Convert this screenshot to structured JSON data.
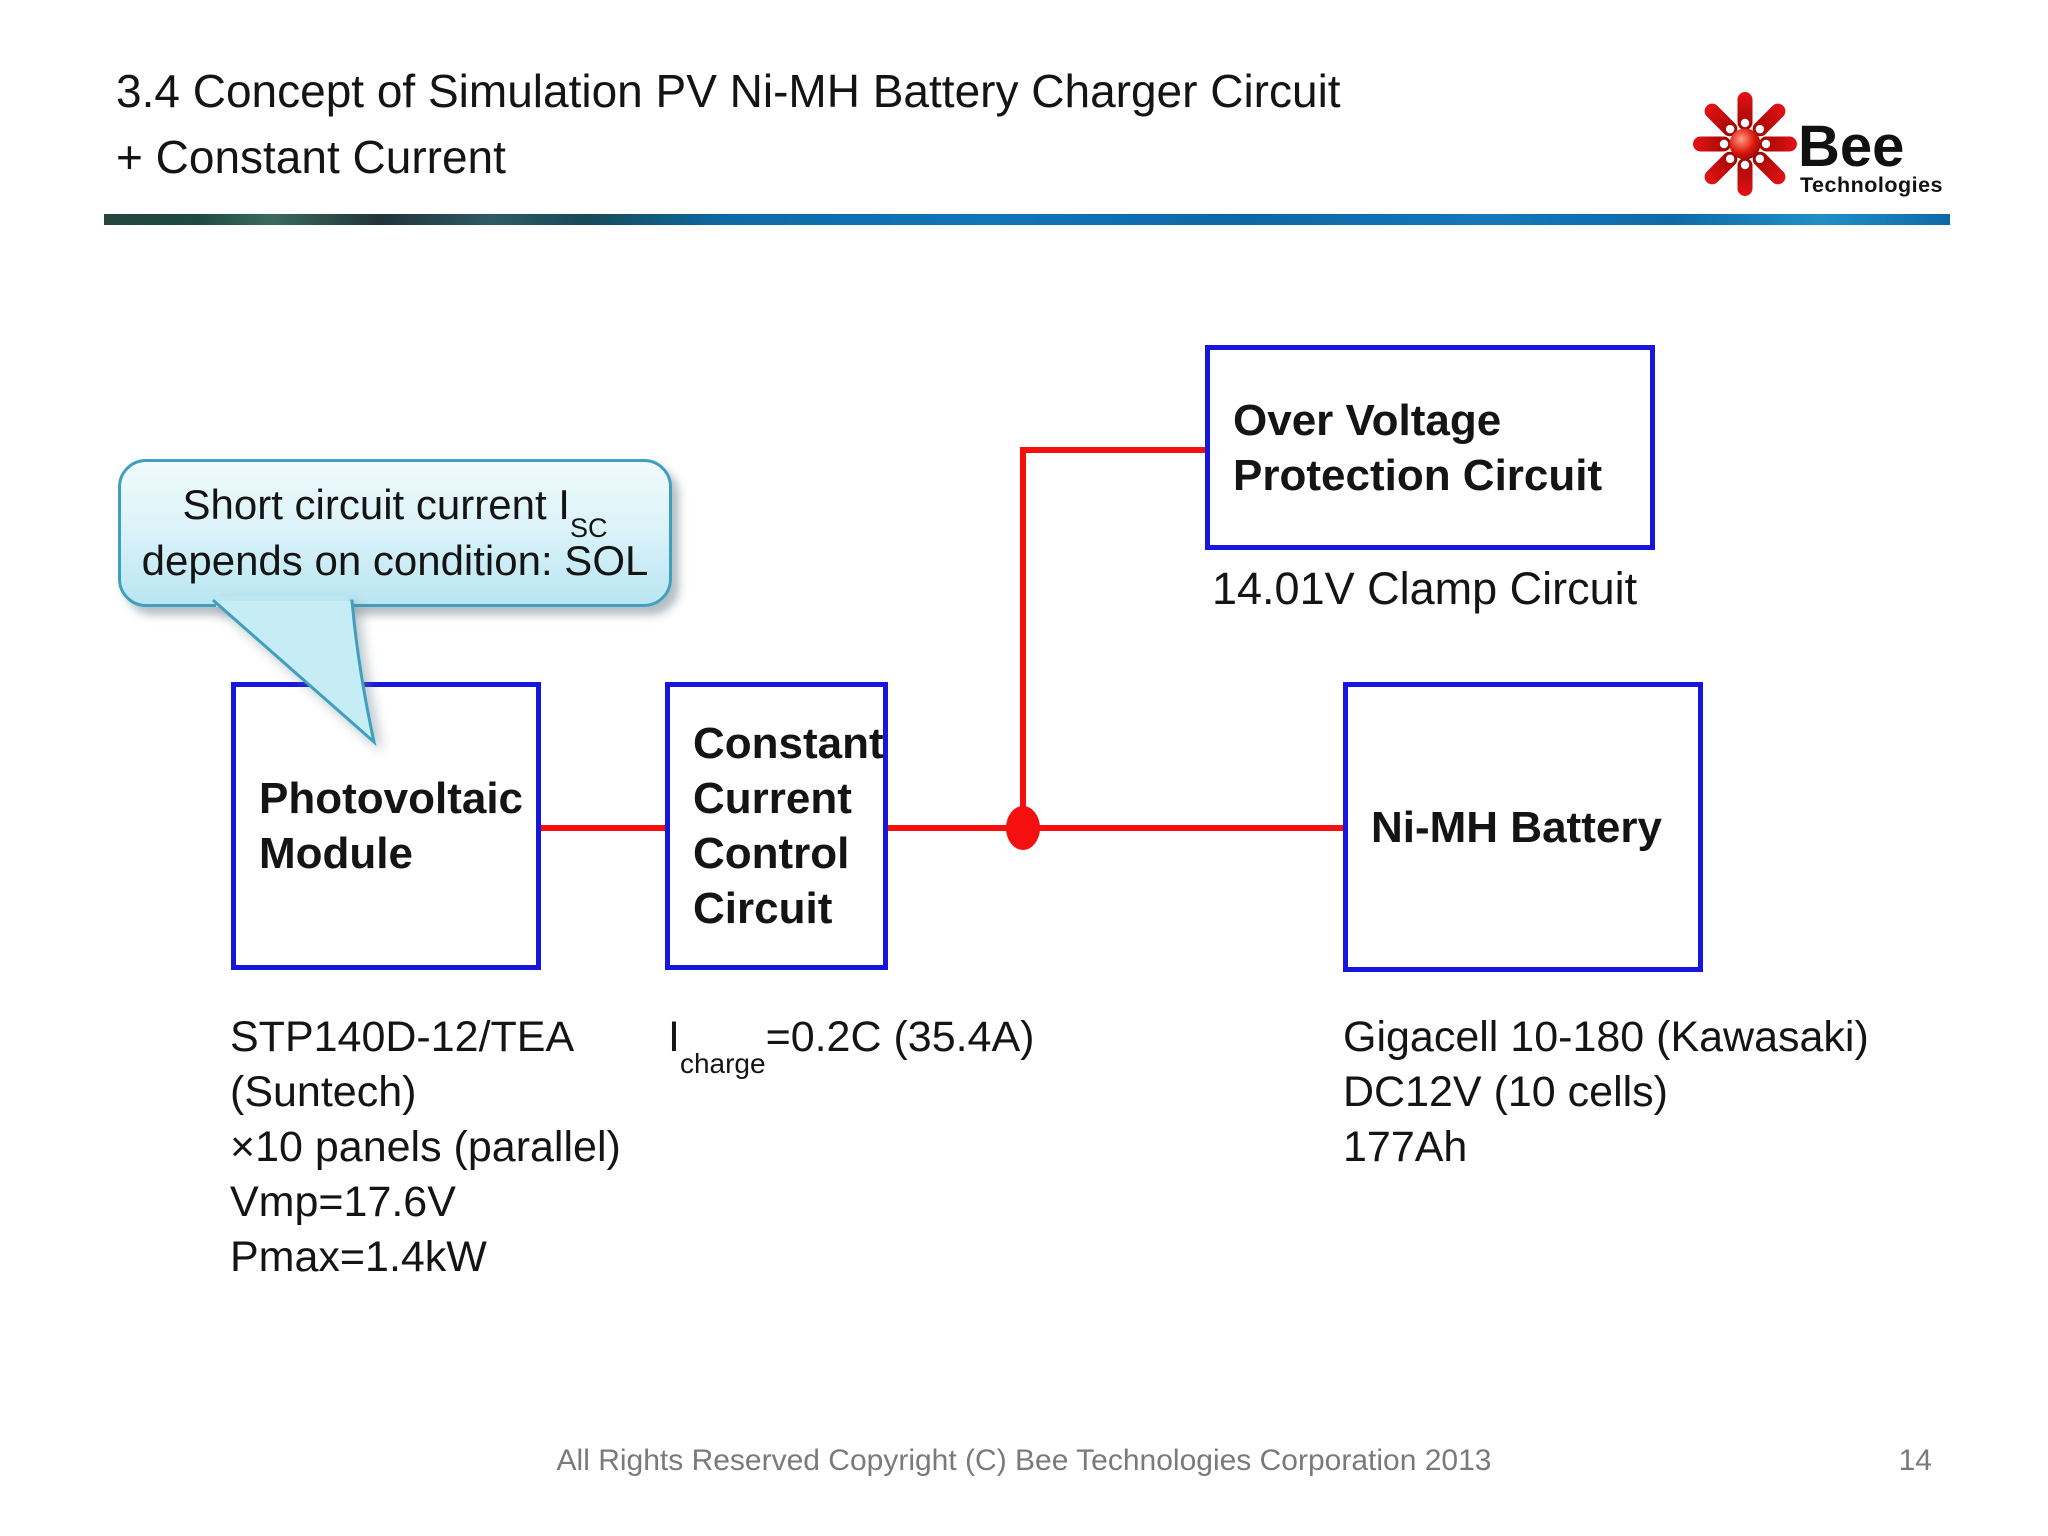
{
  "slide": {
    "title_line1": "3.4 Concept of Simulation PV Ni-MH Battery Charger Circuit",
    "title_line2": "+ Constant Current",
    "footer_text": "All Rights Reserved Copyright (C) Bee Technologies Corporation 2013",
    "page_number": "14"
  },
  "logo": {
    "brand": "Bee",
    "brand_sub": "Technologies"
  },
  "callout": {
    "line1_text": "Short circuit current I",
    "line1_subscript": "SC",
    "line2_text": "depends on condition: SOL"
  },
  "diagram": {
    "pv_box": {
      "line1": "Photovoltaic",
      "line2": "Module"
    },
    "ccc_box": {
      "line1": "Constant",
      "line2": "Current",
      "line3": "Control",
      "line4": "Circuit"
    },
    "ovp_box": {
      "line1": "Over Voltage",
      "line2": "Protection Circuit"
    },
    "battery_box": {
      "label": "Ni-MH Battery"
    },
    "clamp_label": "14.01V Clamp Circuit",
    "pv_note": [
      "STP140D-12/TEA",
      "(Suntech)",
      "×10 panels (parallel)",
      "Vmp=17.6V",
      "Pmax=1.4kW"
    ],
    "charge_note": {
      "pre": "I",
      "sub": "charge",
      "post": "=0.2C (35.4A)"
    },
    "battery_note": [
      "Gigacell 10-180 (Kawasaki)",
      "DC12V (10 cells)",
      "177Ah"
    ]
  },
  "colors": {
    "title-color": "#141414",
    "footer-color": "#7a7a7a",
    "box-border": "#1616dd",
    "wire": "#f50f0f",
    "callout-border": "#3e9fbe",
    "callout-fill-top": "#f0fbfd",
    "callout-fill-bottom": "#b9e6f2",
    "logo-red": "#c40d12"
  }
}
